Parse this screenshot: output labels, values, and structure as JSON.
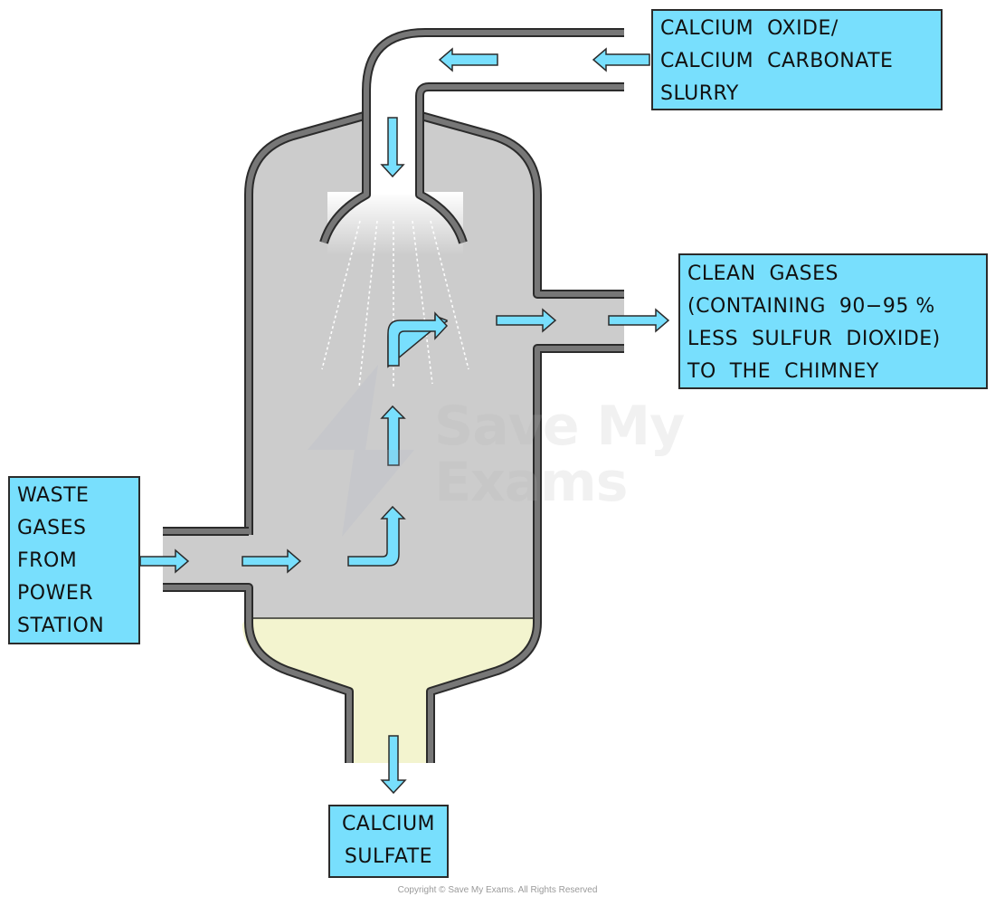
{
  "diagram": {
    "title": "Flue gas desulfurisation scrubber",
    "colors": {
      "vessel_gas": "#cccccc",
      "vessel_wall": "#777777",
      "outline": "#2b2b2b",
      "slurry_liquid": "#f3f4cf",
      "arrow_fill": "#78dffd",
      "label_fill": "#78dffd"
    },
    "labels": {
      "slurry_inlet": [
        "CALCIUM  OXIDE/",
        "CALCIUM  CARBONATE",
        "SLURRY"
      ],
      "clean_gas_outlet": [
        "CLEAN  GASES",
        "(CONTAINING  90−95 %",
        "LESS  SULFUR  DIOXIDE)",
        "TO  THE  CHIMNEY"
      ],
      "waste_gas_inlet": [
        "WASTE",
        "GASES",
        "FROM",
        "POWER",
        "STATION"
      ],
      "product_outlet": [
        "CALCIUM",
        "SULFATE"
      ]
    },
    "flows": [
      {
        "from": "slurry_inlet",
        "to": "spray_nozzle",
        "direction": "left-then-down"
      },
      {
        "from": "waste_gas_inlet",
        "to": "vessel",
        "direction": "right-then-up"
      },
      {
        "from": "vessel",
        "to": "clean_gas_outlet",
        "direction": "up-then-right"
      },
      {
        "from": "vessel",
        "to": "product_outlet",
        "direction": "down"
      }
    ],
    "watermark": [
      "Save My",
      "Exams"
    ],
    "copyright": "Copyright © Save My Exams. All Rights Reserved"
  }
}
